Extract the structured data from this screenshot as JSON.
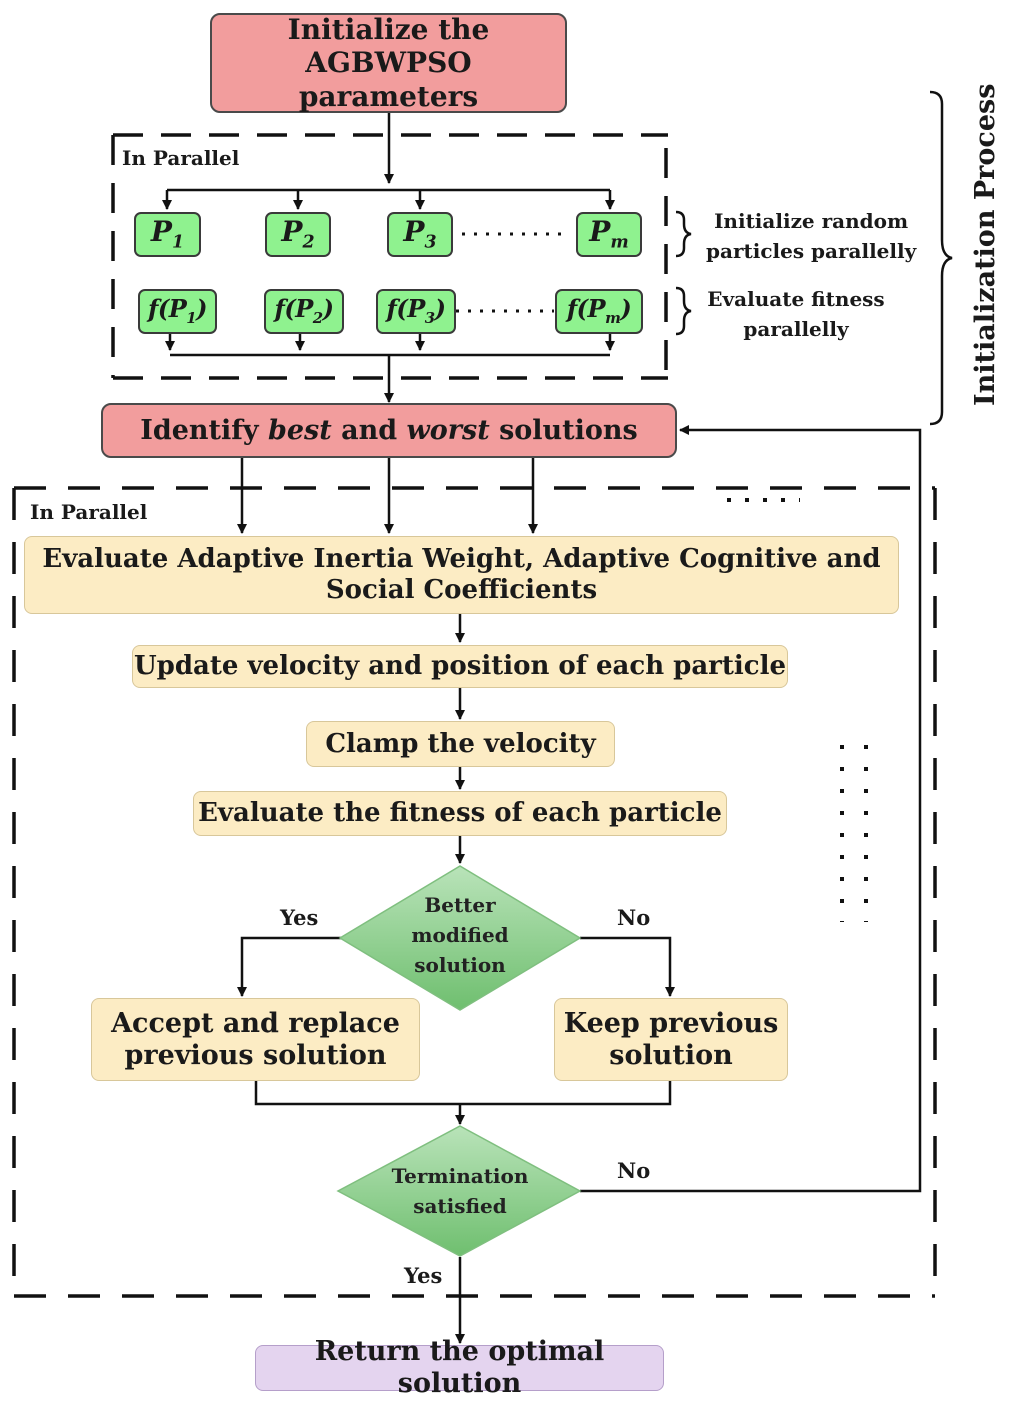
{
  "init_params": {
    "line1": "Initialize the",
    "line2": "AGBWPSO parameters"
  },
  "parallel_label_top": "In Parallel",
  "parallel_label_bottom": "In Parallel",
  "particles": [
    {
      "base": "P",
      "sub": "1"
    },
    {
      "base": "P",
      "sub": "2"
    },
    {
      "base": "P",
      "sub": "3"
    },
    {
      "base": "P",
      "sub": "m"
    }
  ],
  "fitness": [
    {
      "pre": "f(P",
      "sub": "1",
      "post": ")"
    },
    {
      "pre": "f(P",
      "sub": "2",
      "post": ")"
    },
    {
      "pre": "f(P",
      "sub": "3",
      "post": ")"
    },
    {
      "pre": "f(P",
      "sub": "m",
      "post": ")"
    }
  ],
  "brace_labels": {
    "particles": {
      "line1": "Initialize random",
      "line2": "particles parallelly"
    },
    "fitness": {
      "line1": "Evaluate fitness",
      "line2": "parallelly"
    }
  },
  "initialization_process": "Initialization Process",
  "identify": {
    "pre": "Identify ",
    "best": "best",
    "mid": " and ",
    "worst": "worst",
    "post": " solutions"
  },
  "steps": {
    "evaluate_adaptive": {
      "line1": "Evaluate Adaptive Inertia Weight, Adaptive Cognitive and",
      "line2": "Social Coefficients"
    },
    "update_velocity": "Update velocity and position of each particle",
    "clamp": "Clamp the velocity",
    "evaluate_fitness": "Evaluate the fitness of each particle"
  },
  "decision_better": {
    "line1": "Better",
    "line2": "modified",
    "line3": "solution",
    "yes": "Yes",
    "no": "No"
  },
  "accept": {
    "line1": "Accept and replace",
    "line2": "previous solution"
  },
  "keep": {
    "line1": "Keep previous",
    "line2": "solution"
  },
  "decision_termination": {
    "line1": "Termination",
    "line2": "satisfied",
    "yes": "Yes",
    "no": "No"
  },
  "return_optimal": "Return the optimal solution",
  "colors": {
    "init_red": "#f29d9d",
    "particle_green": "#8ff28f",
    "step_yellow": "#fcecc4",
    "decision_green": "#8fcf8f",
    "return_purple": "#e4d4ef"
  }
}
